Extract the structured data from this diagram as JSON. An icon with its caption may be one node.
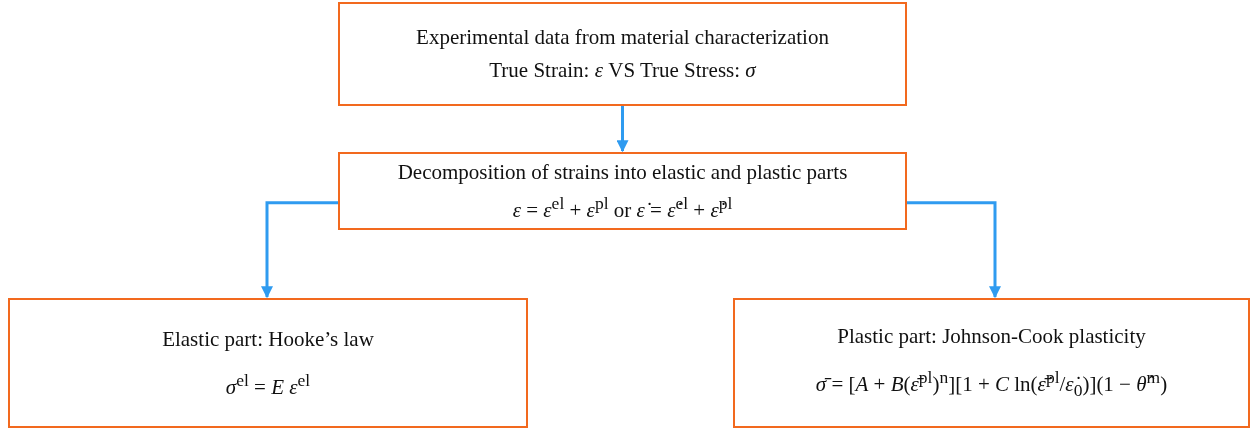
{
  "diagram": {
    "nodes": [
      {
        "text": [
          "Experimental data from material characterization",
          "True Strain: *ε*  VS True Stress: *σ*"
        ]
      },
      {
        "text": [
          "Decomposition of strains into elastic and plastic parts",
          "*ε* = *ε*$^{el}$ + *ε*$^{pl}$  or  *ε̇* = *ε̇*$^{el}$ + *ε̇*$^{pl}$"
        ]
      },
      {
        "text": [
          "Elastic part: Hooke’s law",
          "*σ*$^{el}$ = *E ε*$^{el}$"
        ]
      },
      {
        "text": [
          "Plastic part: Johnson-Cook plasticity",
          "*σ̄* = [*A* + *B*(*ε̄*$^{pl}$)$^{n}$][1 + *C* ln(*ε̄̇*$^{pl}$/*ε̇*$_{0}$)](1 − *θ̂*$^{m}$)"
        ]
      }
    ],
    "edges": [
      {
        "from": 0,
        "to": 1,
        "arrow": "to"
      },
      {
        "from": 1,
        "to": 2,
        "arrow": "to"
      },
      {
        "from": 1,
        "to": 3,
        "arrow": "to"
      }
    ]
  }
}
